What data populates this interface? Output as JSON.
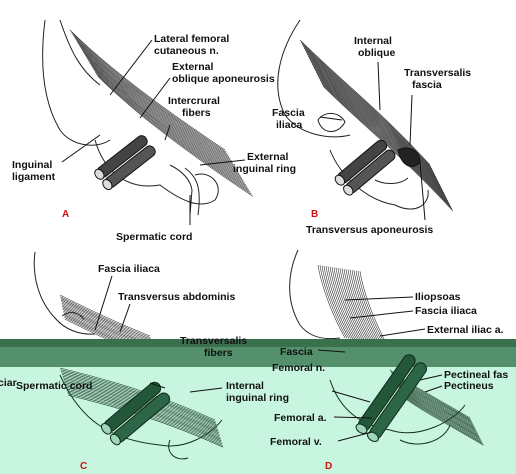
{
  "panels": {
    "A": {
      "letter": "A",
      "labels": {
        "lateral_femoral_1": "Lateral femoral",
        "lateral_femoral_2": "cutaneous n.",
        "external_oblique_1": "External",
        "external_oblique_2": "oblique aponeurosis",
        "intercrural_1": "Intercrural",
        "intercrural_2": "fibers",
        "inguinal_lig_1": "Inguinal",
        "inguinal_lig_2": "ligament",
        "external_ring_1": "External",
        "external_ring_2": "inguinal ring",
        "spermatic_cord": "Spermatic cord"
      }
    },
    "B": {
      "letter": "B",
      "labels": {
        "internal_oblique_1": "Internal",
        "internal_oblique_2": "oblique",
        "transversalis_1": "Transversalis",
        "transversalis_2": "fascia",
        "fascia_iliaca_1": "Fascia",
        "fascia_iliaca_2": "iliaca",
        "transversus_apo": "Transversus aponeurosis"
      }
    },
    "C": {
      "letter": "C",
      "labels": {
        "fascia_iliaca": "Fascia iliaca",
        "transversus_abdominis": "Transversus abdominis",
        "transversalis_1": "Transversalis",
        "transversalis_2": "fibers",
        "fascia_cut": "ciar",
        "spermatic_cord": "Spermatic cord",
        "internal_ring_1": "Internal",
        "internal_ring_2": "inguinal ring"
      }
    },
    "D": {
      "letter": "D",
      "labels": {
        "iliopsoas": "Iliopsoas",
        "fascia_iliaca": "Fascia iliaca",
        "external_iliac": "External iliac a.",
        "fascia": "Fascia",
        "femoral_n": "Femoral n.",
        "pectineal": "Pectineal fas",
        "pectineus": "Pectineus",
        "femoral_a": "Femoral a.",
        "femoral_v": "Femoral v."
      }
    }
  },
  "colors": {
    "overlay": "#c8f5df",
    "overlay_dark_band": "#2f6b45",
    "ink": "#111111",
    "panel_letter": "#cc1111"
  }
}
